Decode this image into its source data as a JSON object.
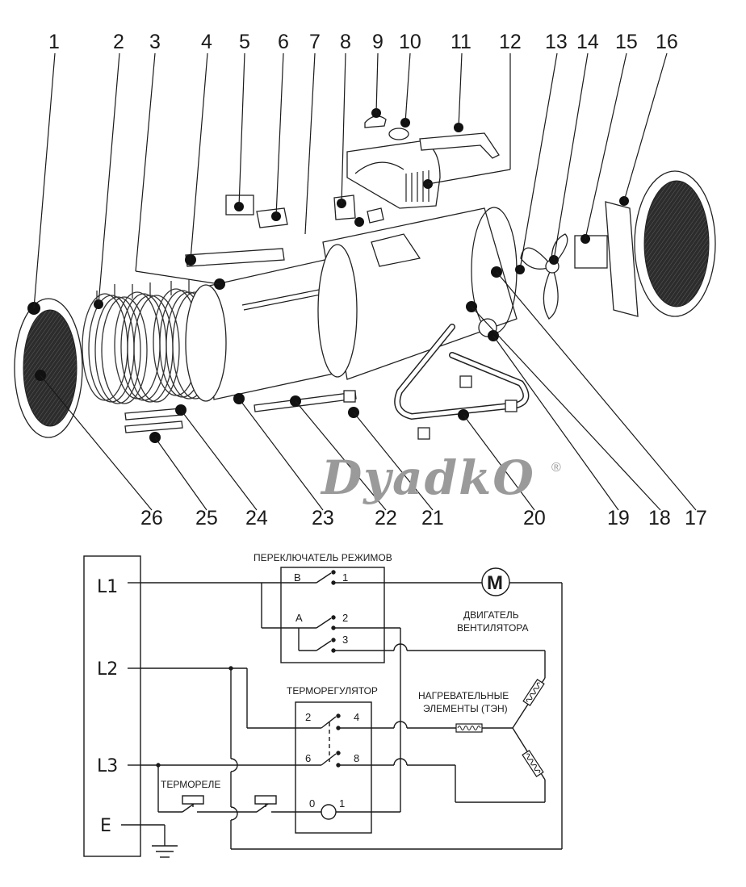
{
  "callout_numbers": [
    "1",
    "2",
    "3",
    "4",
    "5",
    "6",
    "7",
    "8",
    "9",
    "10",
    "11",
    "12",
    "13",
    "14",
    "15",
    "16",
    "17",
    "18",
    "19",
    "20",
    "21",
    "22",
    "23",
    "24",
    "25",
    "26"
  ],
  "brand": {
    "logo_text": "DyadkO",
    "registered": "®"
  },
  "schematic": {
    "mode_switch_title": "ПЕРЕКЛЮЧАТЕЛЬ РЕЖИМОВ",
    "thermostat_title": "ТЕРМОРЕГУЛЯТОР",
    "thermal_relay_label": "ТЕРМОРЕЛЕ",
    "fan_motor_label_line1": "ДВИГАТЕЛЬ",
    "fan_motor_label_line2": "ВЕНТИЛЯТОРА",
    "motor_symbol": "M",
    "heaters_label_line1": "НАГРЕВАТЕЛЬНЫЕ",
    "heaters_label_line2": "ЭЛЕМЕНТЫ (ТЭН)",
    "lines": [
      "L1",
      "L2",
      "L3",
      "E"
    ],
    "switch_terminals": {
      "B": "B",
      "A": "A",
      "t1": "1",
      "t2": "2",
      "t3": "3"
    },
    "thermostat_terminals": {
      "t2": "2",
      "t4": "4",
      "t6": "6",
      "t8": "8",
      "t0": "0",
      "t1": "1"
    }
  },
  "colors": {
    "ink": "#1a1a1a",
    "logo_gray": "#9a9a9a",
    "mesh": "#333333"
  }
}
